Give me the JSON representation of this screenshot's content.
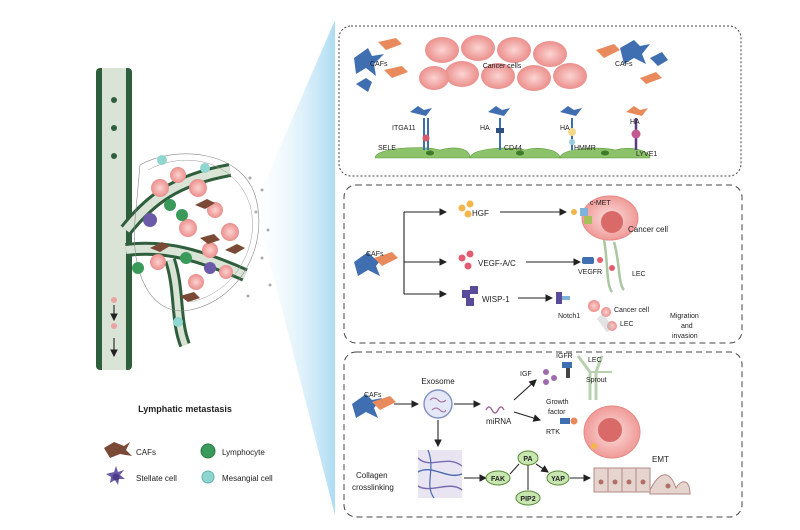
{
  "left_panel": {
    "title": "Lymphatic metastasis",
    "legend": [
      {
        "label": "CAFs",
        "icon": "caf-icon"
      },
      {
        "label": "Lymphocyte",
        "icon": "lymphocyte-icon"
      },
      {
        "label": "Stellate cell",
        "icon": "stellate-cell-icon"
      },
      {
        "label": "Mesangial cell",
        "icon": "mesangial-cell-icon"
      }
    ]
  },
  "panel_top": {
    "cafs_left": "CAFs",
    "cancer_cells": "Cancer cells",
    "cafs_right": "CAFs",
    "receptors": [
      "ITGA11",
      "HA",
      "HA",
      "HA"
    ],
    "partners": [
      "SELE",
      "CD44",
      "HMMR",
      "LYVE1"
    ]
  },
  "panel_middle": {
    "cafs": "CAFs",
    "hgf": "HGF",
    "c_met": "c-MET",
    "cancer_cell_1": "Cancer cell",
    "vegf": "VEGF-A/C",
    "vegfr": "VEGFR",
    "lec_1": "LEC",
    "wisp": "WISP-1",
    "notch": "Notch1",
    "cancer_cell_2": "Cancer cell",
    "lec_2": "LEC",
    "migration_1": "Migration",
    "migration_2": "and",
    "migration_3": "invasion"
  },
  "panel_bottom": {
    "cafs": "CAFs",
    "exosome": "Exosome",
    "igfr": "IGFR",
    "lec": "LEC",
    "igf": "IGF",
    "sprout": "Sprout",
    "mirna": "miRNA",
    "growth_factor_1": "Growth",
    "growth_factor_2": "factor",
    "rtk": "RTK",
    "collagen_1": "Collagen",
    "collagen_2": "crosslinking",
    "fak": "FAK",
    "pa": "PA",
    "yap": "YAP",
    "pip2": "PIP2",
    "emt": "EMT"
  },
  "colors": {
    "vessel": "#2f5e3c",
    "vessel_light": "#c9d6c7",
    "cancer_cell": "#f2a7a5",
    "caf_orange": "#e98a5c",
    "caf_blue": "#3f6fb0",
    "lymphocyte": "#3a9a5a",
    "stellate": "#6a5aa8",
    "mesangial": "#8fd6d0",
    "epithelium": "#8cc26a",
    "wedge": "#bfe3f5"
  }
}
